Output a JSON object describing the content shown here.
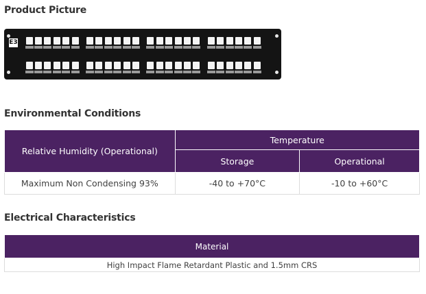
{
  "product_picture": {
    "heading": "Product Picture",
    "logo_text": "E3"
  },
  "environmental": {
    "heading": "Environmental Conditions",
    "col_humidity": "Relative Humidity (Operational)",
    "col_temperature": "Temperature",
    "col_storage": "Storage",
    "col_operational": "Operational",
    "row": {
      "humidity": "Maximum Non Condensing 93%",
      "storage": "-40 to +70°C",
      "operational": "-10 to +60°C"
    }
  },
  "electrical": {
    "heading": "Electrical Characteristics",
    "col_material": "Material",
    "row": {
      "material": "High Impact Flame Retardant Plastic and 1.5mm CRS"
    }
  },
  "panel_ports": {
    "rows": 2,
    "groups_per_row": 4,
    "ports_per_group": 6
  }
}
